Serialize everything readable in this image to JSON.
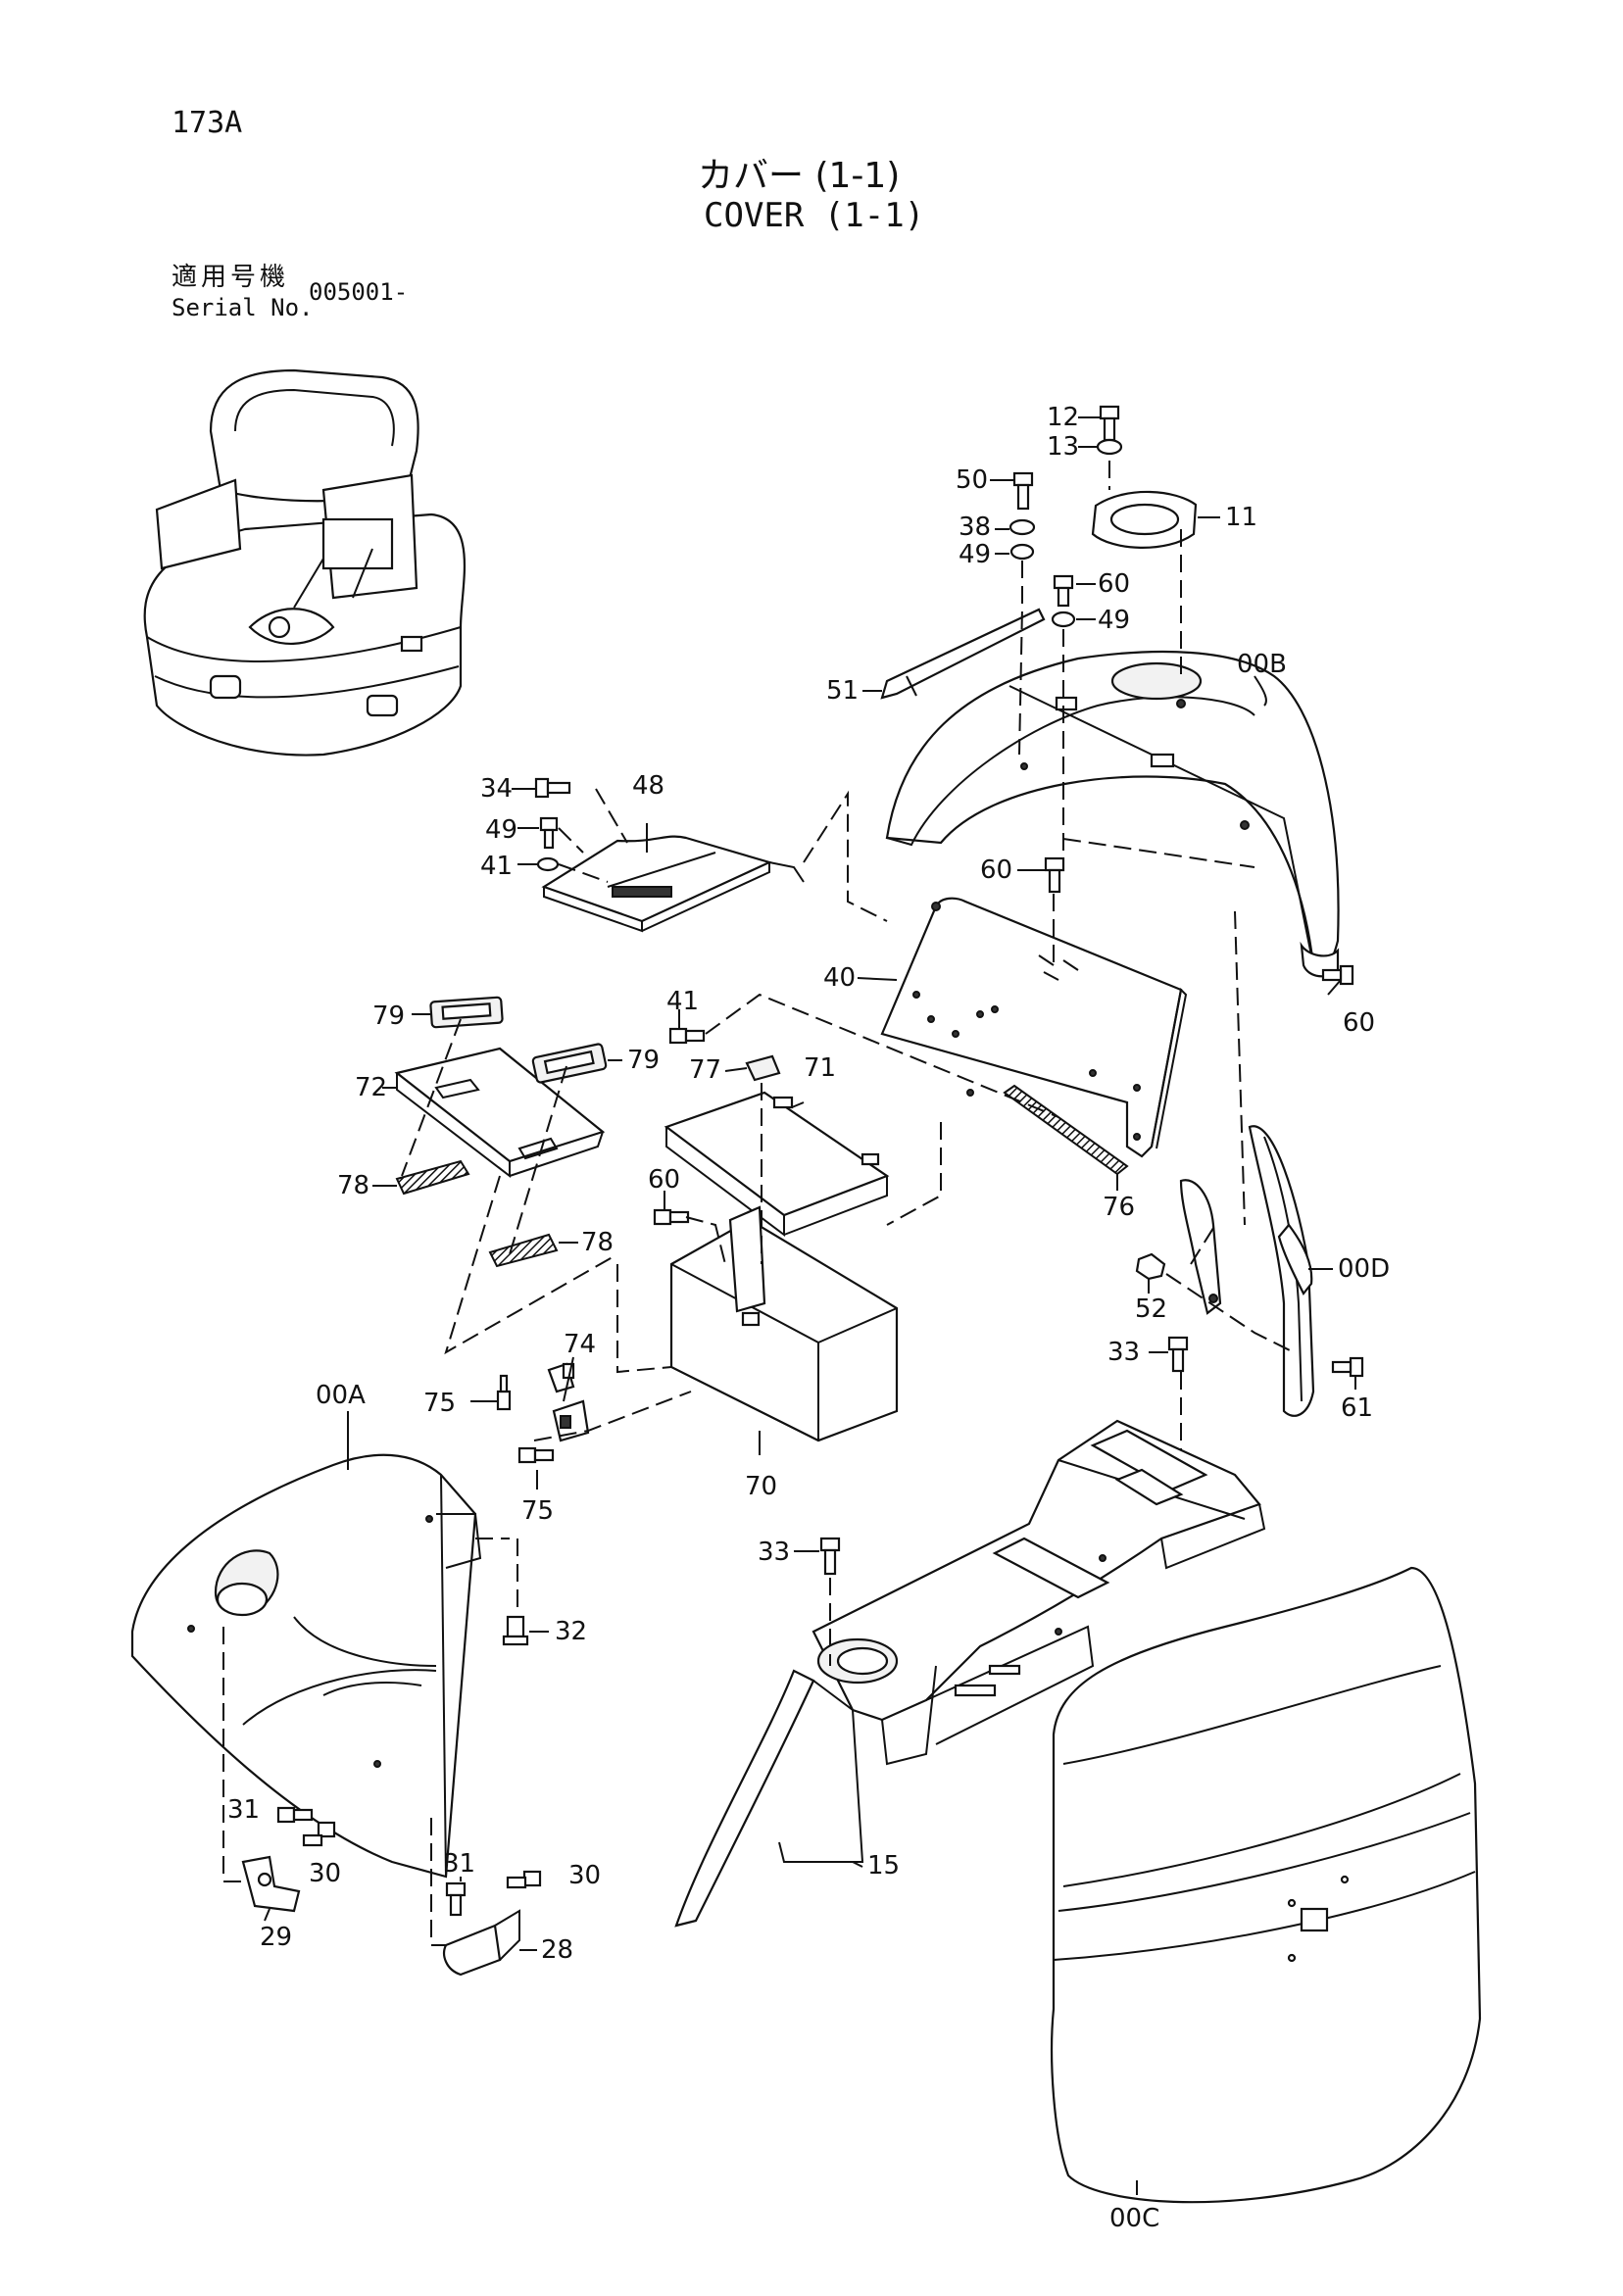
{
  "header": {
    "page_code": "173A",
    "title_jp": "カバー (1-1)",
    "title_en": "COVER (1-1)",
    "serial_label_jp": "適用号機",
    "serial_label_en": "Serial No.",
    "serial_value": "005001-"
  },
  "callouts": [
    {
      "id": "c-12",
      "label": "12"
    },
    {
      "id": "c-13",
      "label": "13"
    },
    {
      "id": "c-50",
      "label": "50"
    },
    {
      "id": "c-38",
      "label": "38"
    },
    {
      "id": "c-49a",
      "label": "49"
    },
    {
      "id": "c-11",
      "label": "11"
    },
    {
      "id": "c-60a",
      "label": "60"
    },
    {
      "id": "c-49b",
      "label": "49"
    },
    {
      "id": "c-51",
      "label": "51"
    },
    {
      "id": "c-00b",
      "label": "00B"
    },
    {
      "id": "c-60b",
      "label": "60"
    },
    {
      "id": "c-48",
      "label": "48"
    },
    {
      "id": "c-34",
      "label": "34"
    },
    {
      "id": "c-49c",
      "label": "49"
    },
    {
      "id": "c-41a",
      "label": "41"
    },
    {
      "id": "c-60c",
      "label": "60"
    },
    {
      "id": "c-40",
      "label": "40"
    },
    {
      "id": "c-79a",
      "label": "79"
    },
    {
      "id": "c-41b",
      "label": "41"
    },
    {
      "id": "c-72",
      "label": "72"
    },
    {
      "id": "c-79b",
      "label": "79"
    },
    {
      "id": "c-77",
      "label": "77"
    },
    {
      "id": "c-71",
      "label": "71"
    },
    {
      "id": "c-78a",
      "label": "78"
    },
    {
      "id": "c-60d",
      "label": "60"
    },
    {
      "id": "c-78b",
      "label": "78"
    },
    {
      "id": "c-76",
      "label": "76"
    },
    {
      "id": "c-00d",
      "label": "00D"
    },
    {
      "id": "c-52",
      "label": "52"
    },
    {
      "id": "c-33a",
      "label": "33"
    },
    {
      "id": "c-61",
      "label": "61"
    },
    {
      "id": "c-00a",
      "label": "00A"
    },
    {
      "id": "c-74",
      "label": "74"
    },
    {
      "id": "c-75a",
      "label": "75"
    },
    {
      "id": "c-70",
      "label": "70"
    },
    {
      "id": "c-75b",
      "label": "75"
    },
    {
      "id": "c-33b",
      "label": "33"
    },
    {
      "id": "c-32",
      "label": "32"
    },
    {
      "id": "c-31a",
      "label": "31"
    },
    {
      "id": "c-30a",
      "label": "30"
    },
    {
      "id": "c-29",
      "label": "29"
    },
    {
      "id": "c-31b",
      "label": "31"
    },
    {
      "id": "c-30b",
      "label": "30"
    },
    {
      "id": "c-28",
      "label": "28"
    },
    {
      "id": "c-15",
      "label": "15"
    },
    {
      "id": "c-00c",
      "label": "00C"
    }
  ]
}
